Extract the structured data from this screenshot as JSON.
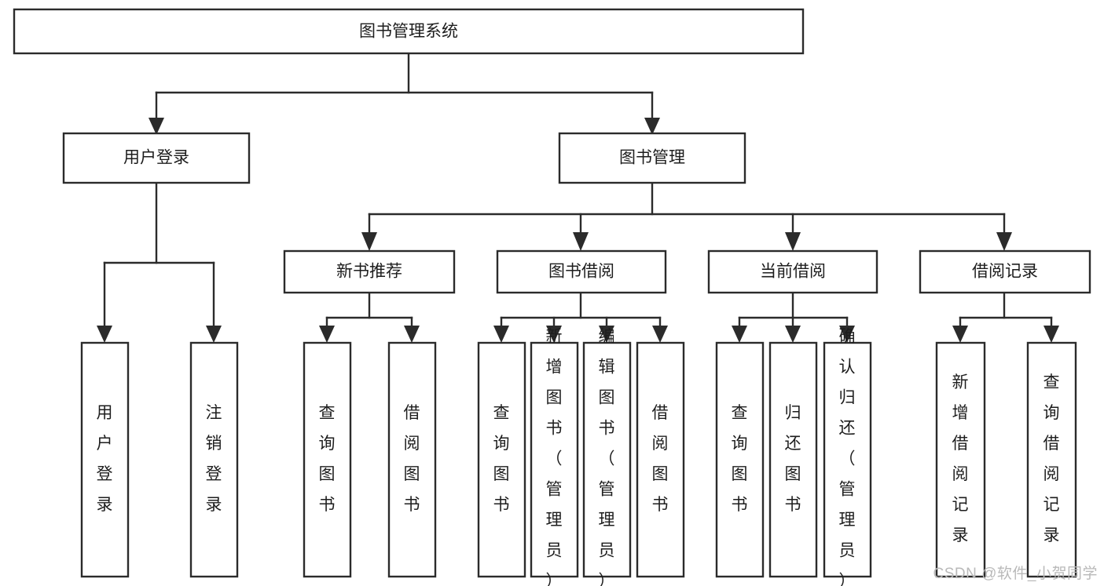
{
  "diagram": {
    "title": "图书管理系统",
    "type": "tree",
    "orientation": "top-down",
    "colors": {
      "stroke": "#2b2b2b",
      "fill": "#ffffff",
      "text": "#1d1d1d",
      "background": "#ffffff",
      "watermark": "#b9b9b9"
    },
    "root": {
      "label": "图书管理系统",
      "orientation": "horizontal"
    },
    "level2": [
      {
        "label": "用户登录",
        "orientation": "horizontal"
      },
      {
        "label": "图书管理",
        "orientation": "horizontal"
      }
    ],
    "level3": [
      {
        "label": "新书推荐",
        "orientation": "horizontal"
      },
      {
        "label": "图书借阅",
        "orientation": "horizontal"
      },
      {
        "label": "当前借阅",
        "orientation": "horizontal"
      },
      {
        "label": "借阅记录",
        "orientation": "horizontal"
      }
    ],
    "leaves": {
      "user_login": [
        {
          "label": "用户登录",
          "orientation": "vertical"
        },
        {
          "label": "注销登录",
          "orientation": "vertical"
        }
      ],
      "new_book_recommend": [
        {
          "label": "查询图书",
          "orientation": "vertical"
        },
        {
          "label": "借阅图书",
          "orientation": "vertical"
        }
      ],
      "book_borrow": [
        {
          "label": "查询图书",
          "orientation": "vertical"
        },
        {
          "label": "新增图书（管理员）",
          "orientation": "vertical"
        },
        {
          "label": "编辑图书（管理员）",
          "orientation": "vertical"
        },
        {
          "label": "借阅图书",
          "orientation": "vertical"
        }
      ],
      "current_borrow": [
        {
          "label": "查询图书",
          "orientation": "vertical"
        },
        {
          "label": "归还图书",
          "orientation": "vertical"
        },
        {
          "label": "确认归还（管理员）",
          "orientation": "vertical"
        }
      ],
      "borrow_record": [
        {
          "label": "新增借阅记录",
          "orientation": "vertical"
        },
        {
          "label": "查询借阅记录",
          "orientation": "vertical"
        }
      ]
    }
  },
  "watermark": {
    "text": "CSDN @软件_小贺同学"
  }
}
